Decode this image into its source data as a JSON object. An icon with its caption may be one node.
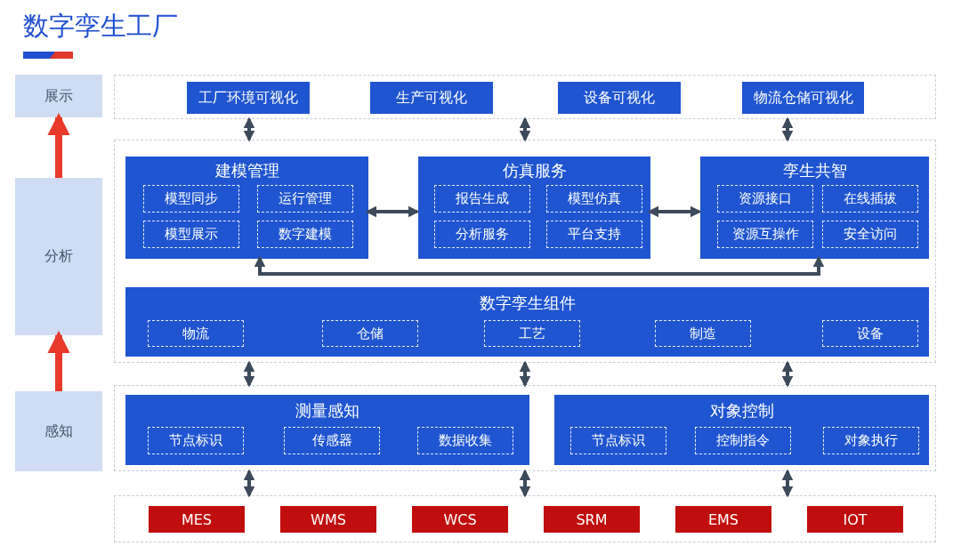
{
  "diagram": {
    "nodes": [
      {
        "text": [
          "展示"
        ]
      },
      {
        "text": [
          "分析"
        ]
      },
      {
        "text": [
          "感知"
        ]
      },
      {
        "text": [],
        "shape": "box"
      },
      {
        "text": [
          "工厂环境可视化"
        ],
        "in": 3
      },
      {
        "text": [
          "生产可视化"
        ],
        "in": 3
      },
      {
        "text": [
          "设备可视化"
        ],
        "in": 3
      },
      {
        "text": [
          "物流仓储可视化"
        ],
        "in": 3
      },
      {
        "text": [],
        "shape": "box"
      },
      {
        "text": [
          "建模管理"
        ],
        "in": 8
      },
      {
        "text": [
          "模型同步"
        ],
        "in": 9
      },
      {
        "text": [
          "运行管理"
        ],
        "in": 9
      },
      {
        "text": [
          "模型展示"
        ],
        "in": 9
      },
      {
        "text": [
          "数字建模"
        ],
        "in": 9
      },
      {
        "text": [
          "仿真服务"
        ],
        "in": 8
      },
      {
        "text": [
          "报告生成"
        ],
        "in": 14
      },
      {
        "text": [
          "模型仿真"
        ],
        "in": 14
      },
      {
        "text": [
          "分析服务"
        ],
        "in": 14
      },
      {
        "text": [
          "平台支持"
        ],
        "in": 14
      },
      {
        "text": [
          "孪生共智"
        ],
        "in": 8
      },
      {
        "text": [
          "资源接口"
        ],
        "in": 19
      },
      {
        "text": [
          "在线插拔"
        ],
        "in": 19
      },
      {
        "text": [
          "资源互操作"
        ],
        "in": 19
      },
      {
        "text": [
          "安全访问"
        ],
        "in": 19
      },
      {
        "text": [
          "数字孪生组件"
        ],
        "in": 8
      },
      {
        "text": [
          "物流"
        ],
        "in": 24
      },
      {
        "text": [
          "仓储"
        ],
        "in": 24
      },
      {
        "text": [
          "工艺"
        ],
        "in": 24
      },
      {
        "text": [
          "制造"
        ],
        "in": 24
      },
      {
        "text": [
          "设备"
        ],
        "in": 24
      },
      {
        "text": [],
        "shape": "box"
      },
      {
        "text": [
          "测量感知"
        ],
        "in": 30
      },
      {
        "text": [
          "节点标识"
        ],
        "in": 31
      },
      {
        "text": [
          "传感器"
        ],
        "in": 31
      },
      {
        "text": [
          "数据收集"
        ],
        "in": 31
      },
      {
        "text": [
          "对象控制"
        ],
        "in": 30
      },
      {
        "text": [
          "节点标识"
        ],
        "in": 35
      },
      {
        "text": [
          "控制指令"
        ],
        "in": 35
      },
      {
        "text": [
          "对象执行"
        ],
        "in": 35
      },
      {
        "text": [],
        "shape": "box"
      },
      {
        "text": [
          "MES"
        ],
        "in": 39
      },
      {
        "text": [
          "WMS"
        ],
        "in": 39
      },
      {
        "text": [
          "WCS"
        ],
        "in": 39
      },
      {
        "text": [
          "SRM"
        ],
        "in": 39
      },
      {
        "text": [
          "EMS"
        ],
        "in": 39
      },
      {
        "text": [
          "IOT"
        ],
        "in": 39
      }
    ],
    "edges": [
      {
        "from": 2,
        "to": 1,
        "arrow": "to",
        "style": "thick",
        "color": "#e8392b"
      },
      {
        "from": 1,
        "to": 0,
        "arrow": "to",
        "style": "thick",
        "color": "#e8392b"
      },
      {
        "from": 3,
        "to": 8,
        "arrow": "both"
      },
      {
        "from": 3,
        "to": 8,
        "arrow": "both"
      },
      {
        "from": 3,
        "to": 8,
        "arrow": "both"
      },
      {
        "from": 9,
        "to": 14,
        "arrow": "both"
      },
      {
        "from": 14,
        "to": 19,
        "arrow": "both"
      },
      {
        "from": 9,
        "to": 19,
        "arrow": "both"
      },
      {
        "from": 8,
        "to": 30,
        "arrow": "both"
      },
      {
        "from": 8,
        "to": 30,
        "arrow": "both"
      },
      {
        "from": 8,
        "to": 30,
        "arrow": "both"
      },
      {
        "from": 30,
        "to": 39,
        "arrow": "both"
      },
      {
        "from": 30,
        "to": 39,
        "arrow": "both"
      },
      {
        "from": 30,
        "to": 39,
        "arrow": "both"
      }
    ],
    "labels": [
      "数字孪生工厂"
    ]
  }
}
